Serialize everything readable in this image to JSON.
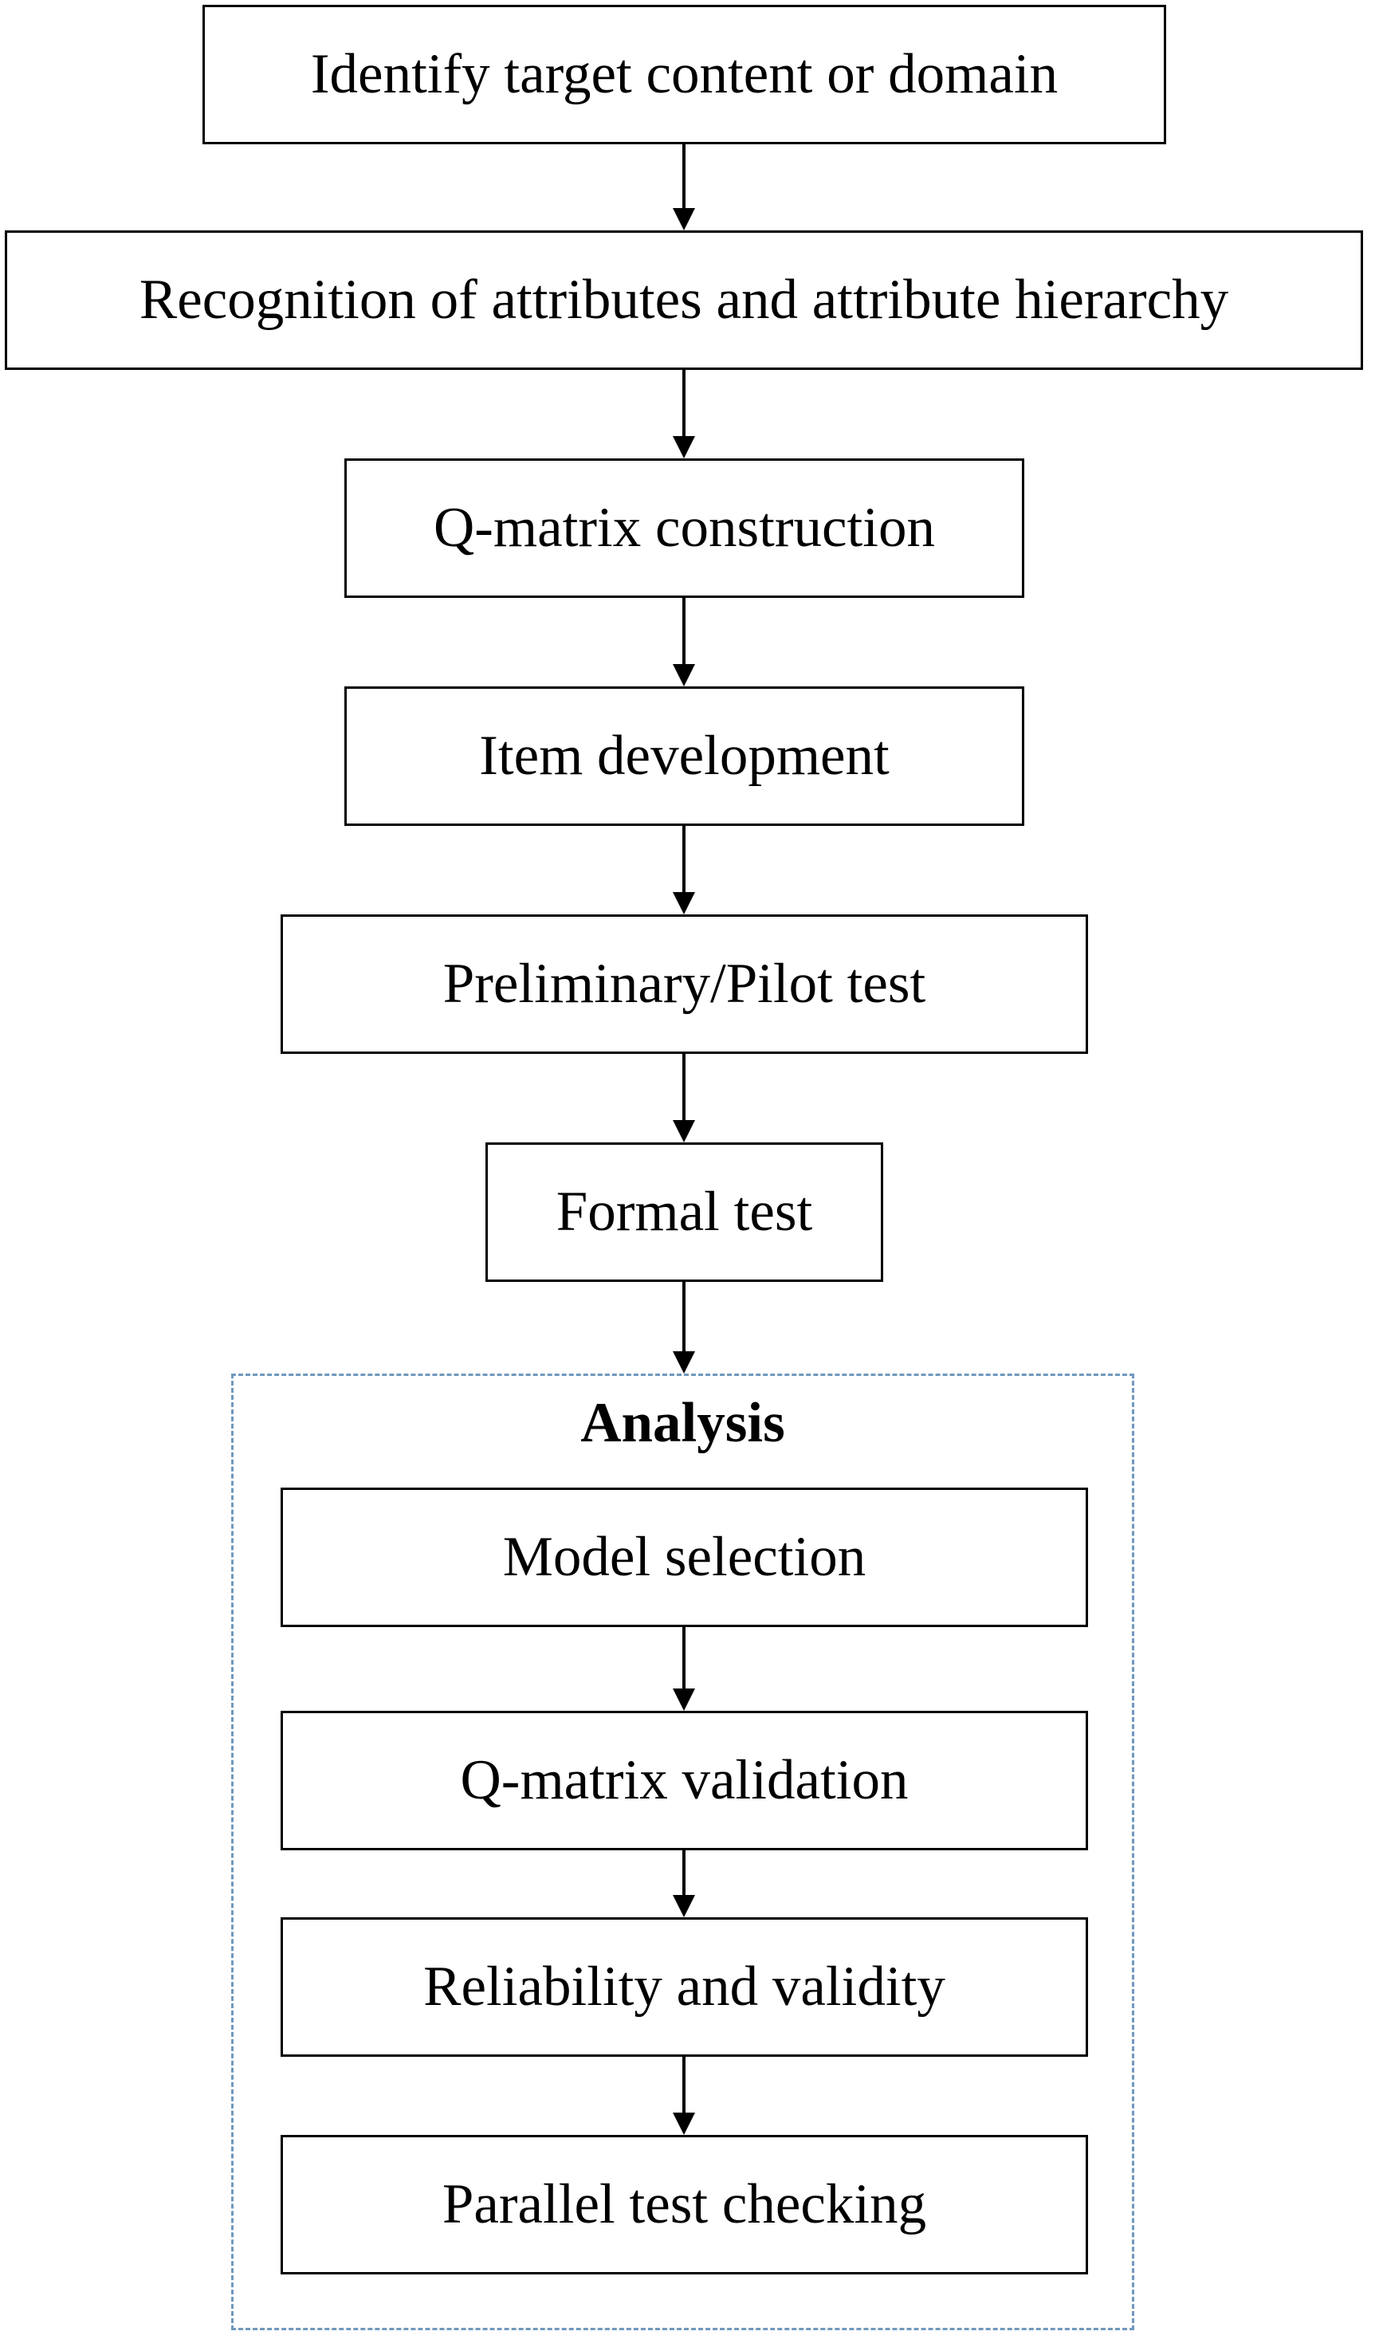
{
  "flow": {
    "steps": [
      "Identify target content or domain",
      "Recognition of attributes and attribute hierarchy",
      "Q-matrix construction",
      "Item development",
      "Preliminary/Pilot test",
      "Formal test"
    ]
  },
  "analysis": {
    "title": "Analysis",
    "steps": [
      "Model selection",
      "Q-matrix validation",
      "Reliability and validity",
      "Parallel test checking"
    ]
  },
  "colors": {
    "box_border": "#000000",
    "analysis_frame": "#6f98bd"
  }
}
